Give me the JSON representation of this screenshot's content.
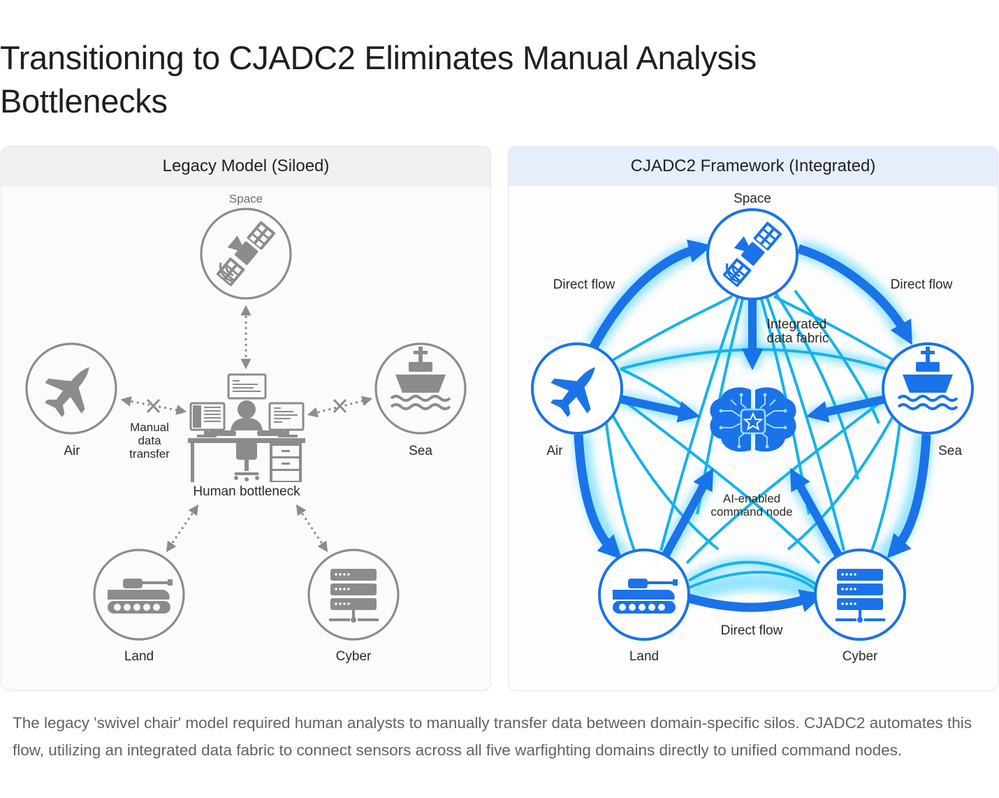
{
  "page": {
    "title": "Transitioning to CJADC2 Eliminates Manual Analysis Bottlenecks",
    "caption": "The legacy 'swivel chair' model required human analysts to manually transfer data between domain-specific silos. CJADC2 automates this flow, utilizing an integrated data fabric to connect sensors across all five warfighting domains directly to unified command nodes."
  },
  "colors": {
    "legacy_grey": "#8c8c8c",
    "cjadc2_blue": "#1a73e8",
    "mesh_cyan": "#00b4e6",
    "glow": "#4fd6ff"
  },
  "legacy": {
    "header": "Legacy Model (Siloed)",
    "center_label": "Human bottleneck",
    "transfer_label": "Manual data transfer",
    "transfer_lines": [
      "Manual",
      "data",
      "transfer"
    ],
    "nodes": [
      {
        "id": "space",
        "label": "Space",
        "icon": "satellite-icon"
      },
      {
        "id": "air",
        "label": "Air",
        "icon": "fighter-jet-icon"
      },
      {
        "id": "sea",
        "label": "Sea",
        "icon": "ship-icon"
      },
      {
        "id": "land",
        "label": "Land",
        "icon": "tank-icon"
      },
      {
        "id": "cyber",
        "label": "Cyber",
        "icon": "server-icon"
      }
    ],
    "center_icon": "analyst-workstation-icon"
  },
  "cjadc2": {
    "header": "CJADC2 Framework (Integrated)",
    "center_label_lines": [
      "AI-enabled",
      "command node"
    ],
    "fabric_label_lines": [
      "Integrated",
      "data fabric"
    ],
    "flow_labels": [
      "Direct flow",
      "Direct flow",
      "Direct flow"
    ],
    "nodes": [
      {
        "id": "space",
        "label": "Space",
        "icon": "satellite-icon"
      },
      {
        "id": "air",
        "label": "Air",
        "icon": "fighter-jet-icon"
      },
      {
        "id": "sea",
        "label": "Sea",
        "icon": "ship-icon"
      },
      {
        "id": "land",
        "label": "Land",
        "icon": "tank-icon"
      },
      {
        "id": "cyber",
        "label": "Cyber",
        "icon": "server-icon"
      }
    ],
    "center_icon": "ai-brain-star-icon"
  }
}
